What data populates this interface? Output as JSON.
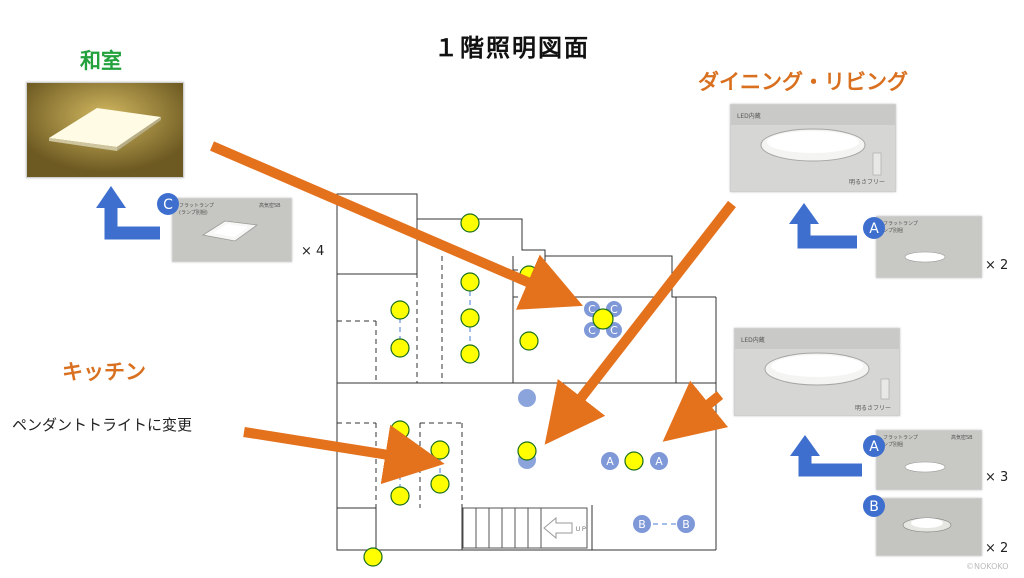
{
  "title": "１階照明図面",
  "rooms": {
    "washitsu": "和室",
    "dining_living": "ダイニング・リビング",
    "kitchen": "キッチン"
  },
  "kitchen_note": "ペンダントトライトに変更",
  "products": {
    "washitsu_light": {
      "badge": "C",
      "quantity": "× 4",
      "spec": "高気密SB",
      "lamp": "フラットランプ",
      "lamp_sep": "(ランプ別梱)"
    },
    "living_upper": {
      "led_label": "LED内蔵",
      "free_label": "明るさフリー",
      "badge": "A",
      "quantity": "× 2",
      "spec": "",
      "lamp": "フラットランプ",
      "lamp_sep": "ンプ別梱"
    },
    "living_lower": {
      "led_label": "LED内蔵",
      "free_label": "明るさフリー",
      "badge_a": "A",
      "quantity_a": "× 3",
      "spec": "高気密SB",
      "lamp": "フラットランプ",
      "lamp_sep": "ンプ別梱",
      "badge_b": "B",
      "quantity_b": "× 2"
    }
  },
  "plan_badges": {
    "a": "A",
    "b": "B",
    "c": "C"
  },
  "stair_label": "ＵＰ",
  "watermark": "©NOKOKO",
  "colors": {
    "arrow": "#e4711c",
    "blue_arrow": "#3e6fcf",
    "light_yellow": "#ffff00",
    "light_stroke": "#1c6e1c",
    "badge_blue": "#7f98d8",
    "washitsu_green": "#22a13c",
    "orange_text": "#d9701f"
  }
}
